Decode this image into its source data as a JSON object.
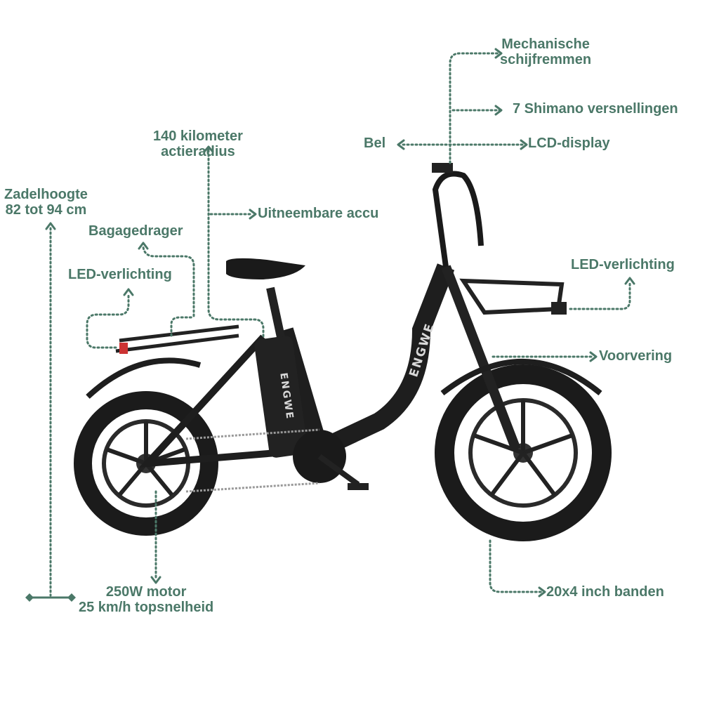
{
  "accent_color": "#4b7868",
  "brand": "ENGWE",
  "labels": {
    "brakes": [
      "Mechanische",
      "schijfremmen"
    ],
    "gears": "7 Shimano versnellingen",
    "bell": "Bel",
    "display": "LCD-display",
    "range": [
      "140 kilometer",
      "actieradius"
    ],
    "battery": "Uitneembare accu",
    "saddle": [
      "Zadelhoogte",
      "82 tot 94 cm"
    ],
    "rack": "Bagagedrager",
    "rear_light": "LED-verlichting",
    "front_light": "LED-verlichting",
    "suspension": "Voorvering",
    "motor": [
      "250W motor",
      "25 km/h topsnelheid"
    ],
    "tires": "20x4 inch banden"
  }
}
